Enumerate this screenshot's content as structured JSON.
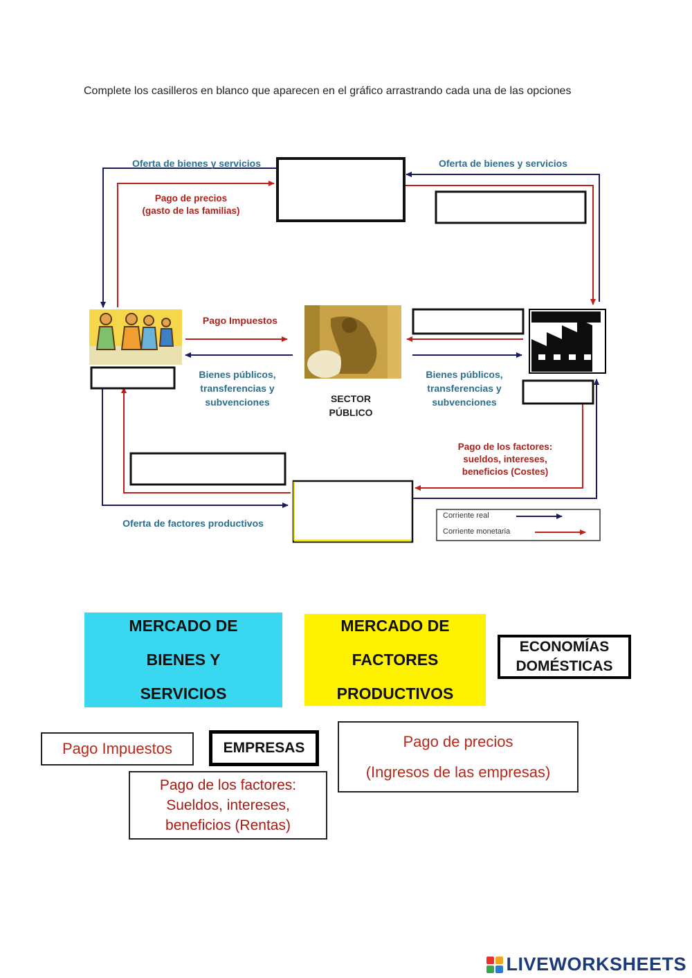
{
  "instructions": "Complete los casilleros en blanco que aparecen en el gráfico arrastrando cada una de las opciones",
  "diagram": {
    "top_left_label": "Oferta de bienes y servicios",
    "top_right_label": "Oferta de bienes y servicios",
    "pago_precios_line1": "Pago de precios",
    "pago_precios_line2": "(gasto de las familias)",
    "pago_impuestos": "Pago Impuestos",
    "bienes_publicos_left": [
      "Bienes públicos,",
      "transferencias y",
      "subvenciones"
    ],
    "bienes_publicos_right": [
      "Bienes públicos,",
      "transferencias y",
      "subvenciones"
    ],
    "sector_publico": [
      "SECTOR",
      "PÚBLICO"
    ],
    "pago_factores": [
      "Pago de los factores:",
      "sueldos, intereses,",
      "beneficios (Costes)"
    ],
    "oferta_factores": "Oferta de factores productivos",
    "legend": {
      "real": "Corriente real",
      "monetaria": "Corriente monetaria"
    }
  },
  "cards": {
    "mercado_bienes": [
      "MERCADO DE",
      "BIENES Y",
      "SERVICIOS"
    ],
    "mercado_factores": [
      "MERCADO DE",
      "FACTORES",
      "PRODUCTIVOS"
    ],
    "economias": [
      "ECONOMÍAS",
      "DOMÉSTICAS"
    ],
    "pago_impuestos": "Pago Impuestos",
    "empresas": "EMPRESAS",
    "pago_precios": [
      "Pago de precios",
      "(Ingresos de las empresas)"
    ],
    "pago_factores": [
      "Pago de los factores:",
      "Sueldos, intereses,",
      "beneficios (Rentas)"
    ]
  },
  "brand": "LIVEWORKSHEETS",
  "colors": {
    "real_flow": "#1a1a5e",
    "monetary_flow": "#c0201a",
    "card_bienes": "#39d8f0",
    "card_factores": "#fff200",
    "brand": "#1b3a79"
  }
}
